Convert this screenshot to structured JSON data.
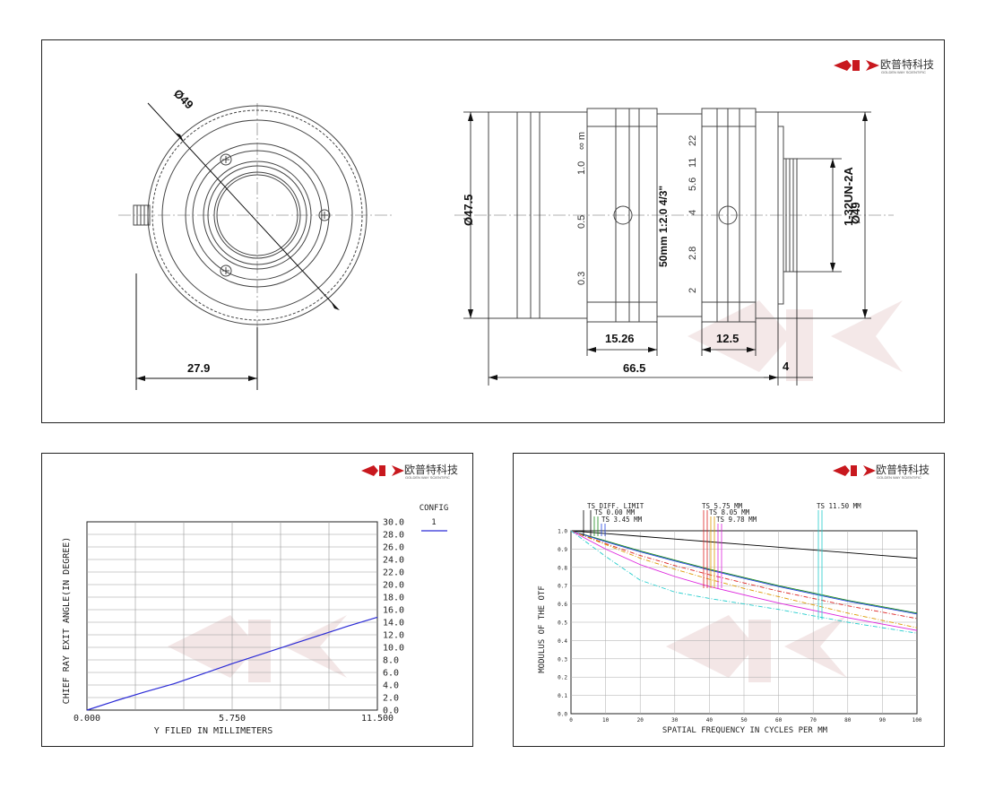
{
  "brand": {
    "name_cn": "欧普特科技",
    "name_en": "GOLDEN WAY SCIENTIFIC",
    "logo_color": "#c8181e",
    "watermark_color": "#f2e3e3"
  },
  "drawing": {
    "dimensions": {
      "front_diameter": "Ø49",
      "front_offset": "27.9",
      "body_diameter": "Ø47.5",
      "mount_diameter": "Ø49",
      "thread": "1-32UN-2A",
      "focus_ring_width": "15.26",
      "iris_ring_width": "12.5",
      "total_length": "66.5",
      "flange": "4"
    },
    "lens_markings": {
      "focus_scale": [
        "0.3",
        "0.5",
        "1.0",
        "∞ m"
      ],
      "iris_scale": [
        "2",
        "2.8",
        "4",
        "5.6",
        "11",
        "22"
      ],
      "model_text": "50mm  1:2.0  4/3\""
    }
  },
  "chief_ray_chart": {
    "chart_data": {
      "type": "line",
      "xlabel": "Y FILED IN MILLIMETERS",
      "ylabel": "CHIEF RAY EXIT ANGLE(IN DEGREE)",
      "xlim": [
        0,
        11.5
      ],
      "ylim": [
        0,
        30
      ],
      "x_tick_labels": [
        "0.000",
        "5.750",
        "11.500"
      ],
      "y_tick_labels": [
        "0.0",
        "2.0",
        "4.0",
        "6.0",
        "8.0",
        "10.0",
        "12.0",
        "14.0",
        "16.0",
        "18.0",
        "20.0",
        "22.0",
        "24.0",
        "26.0",
        "28.0",
        "30.0"
      ],
      "grid": true,
      "legend_title": "CONFIG",
      "series": [
        {
          "name": "1",
          "color": "#2b2bd6",
          "x": [
            0,
            1.15,
            2.3,
            3.45,
            4.6,
            5.75,
            6.9,
            8.05,
            9.2,
            10.35,
            11.5
          ],
          "y": [
            0,
            1.5,
            2.9,
            4.2,
            5.8,
            7.4,
            8.9,
            10.4,
            11.9,
            13.4,
            14.8
          ]
        }
      ]
    }
  },
  "mtf_chart": {
    "chart_data": {
      "type": "line",
      "xlabel": "SPATIAL FREQUENCY IN CYCLES PER MM",
      "ylabel": "MODULUS OF THE OTF",
      "xlim": [
        0,
        100
      ],
      "ylim": [
        0,
        1
      ],
      "x_tick_labels": [
        "0",
        "10",
        "20",
        "30",
        "40",
        "50",
        "60",
        "70",
        "80",
        "90",
        "100"
      ],
      "y_tick_labels": [
        "0.0",
        "0.1",
        "0.2",
        "0.3",
        "0.4",
        "0.5",
        "0.6",
        "0.7",
        "0.8",
        "0.9",
        "1.0"
      ],
      "grid": true,
      "field_labels": [
        "TS DIFF. LIMIT",
        "TS 0.00 MM",
        "TS 3.45 MM",
        "TS 5.75 MM",
        "TS 8.05 MM",
        "TS 9.78 MM",
        "TS 11.50 MM"
      ],
      "series": [
        {
          "color": "#000000",
          "dash": false,
          "x": [
            0,
            10,
            20,
            30,
            40,
            50,
            60,
            70,
            80,
            90,
            100
          ],
          "y": [
            1.0,
            0.985,
            0.97,
            0.955,
            0.94,
            0.925,
            0.91,
            0.895,
            0.88,
            0.865,
            0.85
          ]
        },
        {
          "color": "#1a8a1a",
          "dash": false,
          "x": [
            0,
            10,
            20,
            30,
            40,
            50,
            60,
            70,
            80,
            90,
            100
          ],
          "y": [
            1.0,
            0.945,
            0.89,
            0.84,
            0.79,
            0.745,
            0.7,
            0.66,
            0.62,
            0.585,
            0.55
          ]
        },
        {
          "color": "#2244dd",
          "dash": false,
          "x": [
            0,
            10,
            20,
            30,
            40,
            50,
            60,
            70,
            80,
            90,
            100
          ],
          "y": [
            1.0,
            0.94,
            0.885,
            0.835,
            0.785,
            0.74,
            0.695,
            0.655,
            0.615,
            0.58,
            0.545
          ]
        },
        {
          "color": "#dd2222",
          "dash": true,
          "x": [
            0,
            10,
            20,
            30,
            40,
            50,
            60,
            70,
            80,
            90,
            100
          ],
          "y": [
            1.0,
            0.93,
            0.865,
            0.81,
            0.76,
            0.715,
            0.67,
            0.63,
            0.59,
            0.555,
            0.52
          ]
        },
        {
          "color": "#dd9900",
          "dash": true,
          "x": [
            0,
            10,
            20,
            30,
            40,
            50,
            60,
            70,
            80,
            90,
            100
          ],
          "y": [
            1.0,
            0.925,
            0.85,
            0.79,
            0.735,
            0.685,
            0.64,
            0.595,
            0.55,
            0.51,
            0.47
          ]
        },
        {
          "color": "#dd22dd",
          "dash": false,
          "x": [
            0,
            10,
            20,
            30,
            40,
            50,
            60,
            70,
            80,
            90,
            100
          ],
          "y": [
            1.0,
            0.9,
            0.815,
            0.75,
            0.695,
            0.65,
            0.605,
            0.565,
            0.525,
            0.49,
            0.455
          ]
        },
        {
          "color": "#22cccc",
          "dash": true,
          "x": [
            0,
            10,
            20,
            30,
            40,
            50,
            60,
            70,
            80,
            90,
            100
          ],
          "y": [
            1.0,
            0.86,
            0.73,
            0.665,
            0.63,
            0.6,
            0.57,
            0.535,
            0.5,
            0.47,
            0.44
          ]
        }
      ]
    }
  }
}
